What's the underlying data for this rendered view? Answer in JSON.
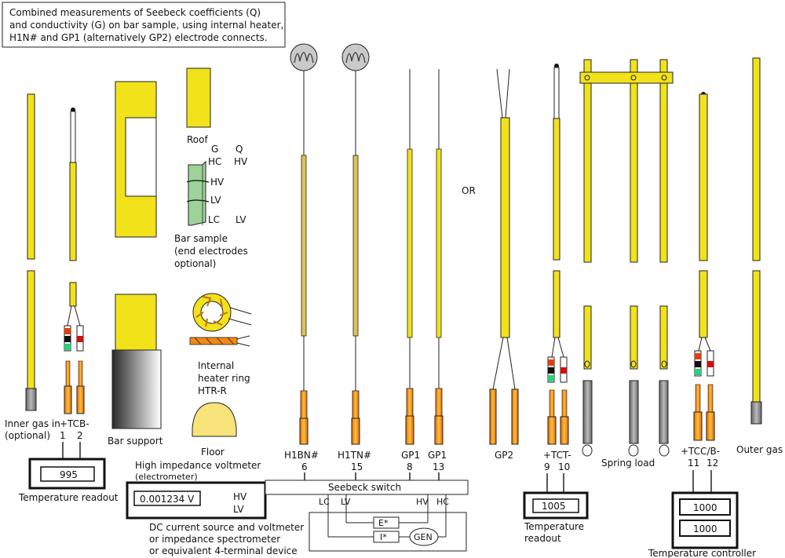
{
  "header_note": {
    "line1": "Combined measurements of Seebeck coefficients (Q)",
    "line2": "and conductivity (G) on bar sample, using internal heater,",
    "line3": "H1N# and GP1 (alternatively GP2) electrode connects."
  },
  "parts": {
    "roof": "Roof",
    "bar_sample": [
      "Bar sample",
      "(end electrodes",
      "optional)"
    ],
    "sample_labels": {
      "g": "G",
      "q": "Q",
      "hc": "HC",
      "hv_right": "HV",
      "hv": "HV",
      "lv": "LV",
      "lc": "LC",
      "lv_right": "LV"
    },
    "heater": [
      "Internal",
      "heater ring",
      "HTR-R"
    ],
    "floor": "Floor",
    "bar_support": "Bar support",
    "or": "OR",
    "spring_load": "Spring load",
    "inner_gas": [
      "Inner gas in",
      "(optional)"
    ],
    "outer_gas": "Outer gas in"
  },
  "electrodes": {
    "tcb": {
      "name": "+TCB-",
      "pins": [
        "1",
        "2"
      ]
    },
    "h1bn": {
      "name": "H1BN#",
      "pin": "6"
    },
    "h1tn": {
      "name": "H1TN#",
      "pin": "15"
    },
    "gp1a": {
      "name": "GP1",
      "pin": "8"
    },
    "gp1b": {
      "name": "GP1",
      "pin": "13"
    },
    "gp2": {
      "name": "GP2"
    },
    "tct": {
      "name": "+TCT-",
      "pins": [
        "9",
        "10"
      ]
    },
    "tccb": {
      "name": "+TCC/B-",
      "pins": [
        "11",
        "12"
      ]
    }
  },
  "instruments": {
    "temp_readout_left": {
      "value": "995",
      "label": "Temperature readout"
    },
    "voltmeter": {
      "title": "High impedance voltmeter",
      "subtitle": "(electrometer)",
      "value": "0.001234 V",
      "hv": "HV",
      "lv": "LV"
    },
    "seebeck_switch": "Seebeck switch",
    "switch_terms": {
      "lc": "LC",
      "lv": "LV",
      "hv": "HV",
      "hc": "HC"
    },
    "e_box": "E*",
    "i_box": "I*",
    "gen": "GEN",
    "dc_source": [
      "DC current source and voltmeter",
      "or impedance spectrometer",
      "or equivalent 4-terminal device"
    ],
    "temp_readout_right": {
      "value": "1005",
      "label": [
        "Temperature",
        "readout"
      ]
    },
    "temp_controller": {
      "values": [
        "1000",
        "1000"
      ],
      "label": "Temperature controller"
    }
  },
  "colors": {
    "rod_yellow": "#f2e21a",
    "rod_gold": "#dcc25a",
    "sample_green": "#9fd29a",
    "tc_orange": "#f08a10",
    "gray_cap": "#a9a9a9",
    "outline": "#222222"
  }
}
